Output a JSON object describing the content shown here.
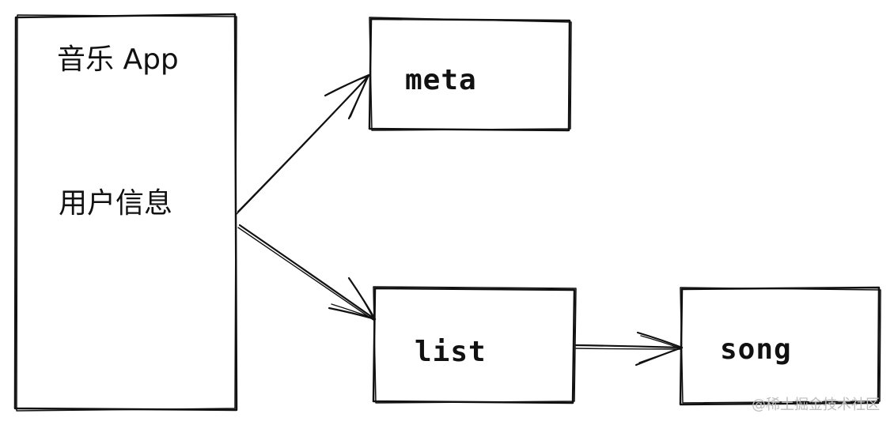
{
  "app_box": {
    "title": "音乐 App",
    "subtitle": "用户信息"
  },
  "nodes": {
    "meta": {
      "label": "meta"
    },
    "list": {
      "label": "list"
    },
    "song": {
      "label": "song"
    }
  },
  "edges": [
    {
      "from": "app_box",
      "to": "meta"
    },
    {
      "from": "app_box",
      "to": "list"
    },
    {
      "from": "list",
      "to": "song"
    }
  ],
  "watermark": "@稀土掘金技术社区",
  "colors": {
    "ink": "#111111",
    "background": "#ffffff",
    "watermark": "#bdbdbd"
  }
}
